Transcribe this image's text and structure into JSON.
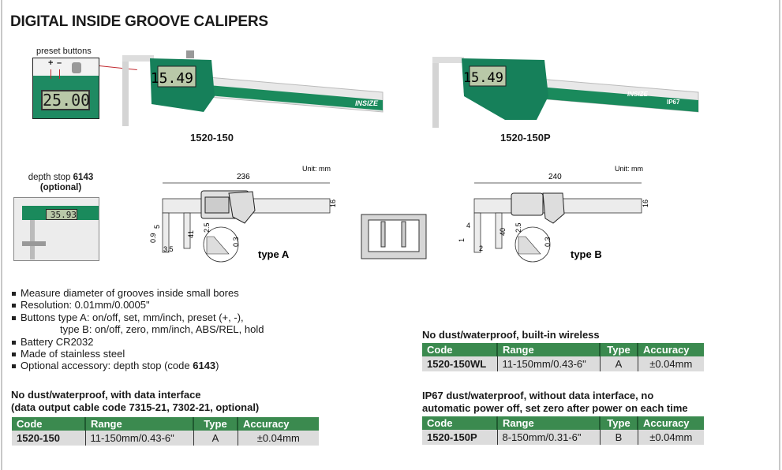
{
  "title": "DIGITAL INSIDE GROOVE CALIPERS",
  "products": {
    "preset_label": "preset buttons",
    "preset_plus": "+",
    "preset_minus": "–",
    "inset_display": "25.00",
    "display_a": "15.49",
    "display_b": "15.49",
    "brand": "INSIZE",
    "ip_badge": "IP67",
    "model_a": "1520-150",
    "model_b": "1520-150P"
  },
  "depth_stop": {
    "label": "depth stop",
    "code": "6143",
    "optional": "(optional)",
    "display": "35.93"
  },
  "diagram_a": {
    "unit": "Unit: mm",
    "length": "236",
    "height": "16",
    "jaw": "41",
    "d5": "5",
    "d09": "0.9",
    "d35": "3.5",
    "d25": "2.5",
    "d03": "0.3",
    "label": "type A"
  },
  "diagram_b": {
    "unit": "Unit: mm",
    "length": "240",
    "height": "16",
    "jaw": "40",
    "d4": "4",
    "d1": "1",
    "d2": "2",
    "d25": "2.5",
    "d03": "0.3",
    "label": "type B"
  },
  "features": [
    "Measure diameter of grooves inside small bores",
    "Resolution: 0.01mm/0.0005\"",
    "Buttons type A: on/off, set, mm/inch, preset (+, -),",
    "type B: on/off, zero, mm/inch, ABS/REL, hold",
    "Battery CR2032",
    "Made of stainless steel",
    "Optional accessory: depth stop (code ",
    "6143",
    ")"
  ],
  "tables": [
    {
      "heading1": "No dust/waterproof, with data interface",
      "heading2": "(data output cable code 7315-21, 7302-21, optional)",
      "columns": [
        "Code",
        "Range",
        "Type",
        "Accuracy"
      ],
      "row": [
        "1520-150",
        "11-150mm/0.43-6\"",
        "A",
        "±0.04mm"
      ]
    },
    {
      "heading1": "No dust/waterproof, built-in wireless",
      "columns": [
        "Code",
        "Range",
        "Type",
        "Accuracy"
      ],
      "row": [
        "1520-150WL",
        "11-150mm/0.43-6\"",
        "A",
        "±0.04mm"
      ]
    },
    {
      "heading1": "IP67 dust/waterproof, without data interface, no",
      "heading2": "automatic power off, set zero after power on each time",
      "columns": [
        "Code",
        "Range",
        "Type",
        "Accuracy"
      ],
      "row": [
        "1520-150P",
        "8-150mm/0.31-6\"",
        "B",
        "±0.04mm"
      ]
    }
  ],
  "colors": {
    "green": "#3b8a4f",
    "caliper_green": "#17805a",
    "row_gray": "#dcdcdc",
    "red": "#c0282e"
  }
}
